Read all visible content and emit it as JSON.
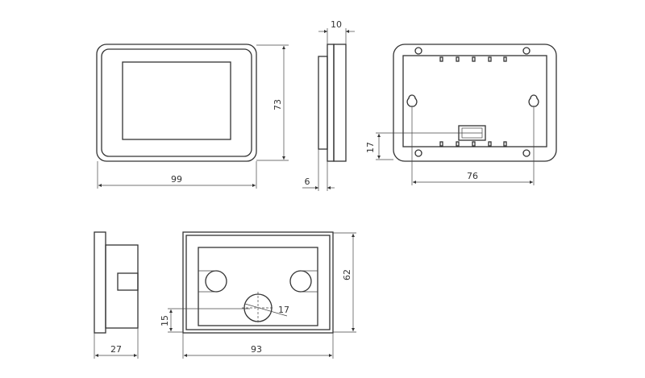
{
  "dimensions": {
    "front_width": "99",
    "front_height": "73",
    "side_depth": "10",
    "side_step": "6",
    "back_connector_height": "17",
    "back_hole_spacing": "76",
    "box_side_depth": "27",
    "box_width": "93",
    "box_height": "62",
    "box_hole_offset": "15",
    "box_hole_diameter": "17"
  }
}
